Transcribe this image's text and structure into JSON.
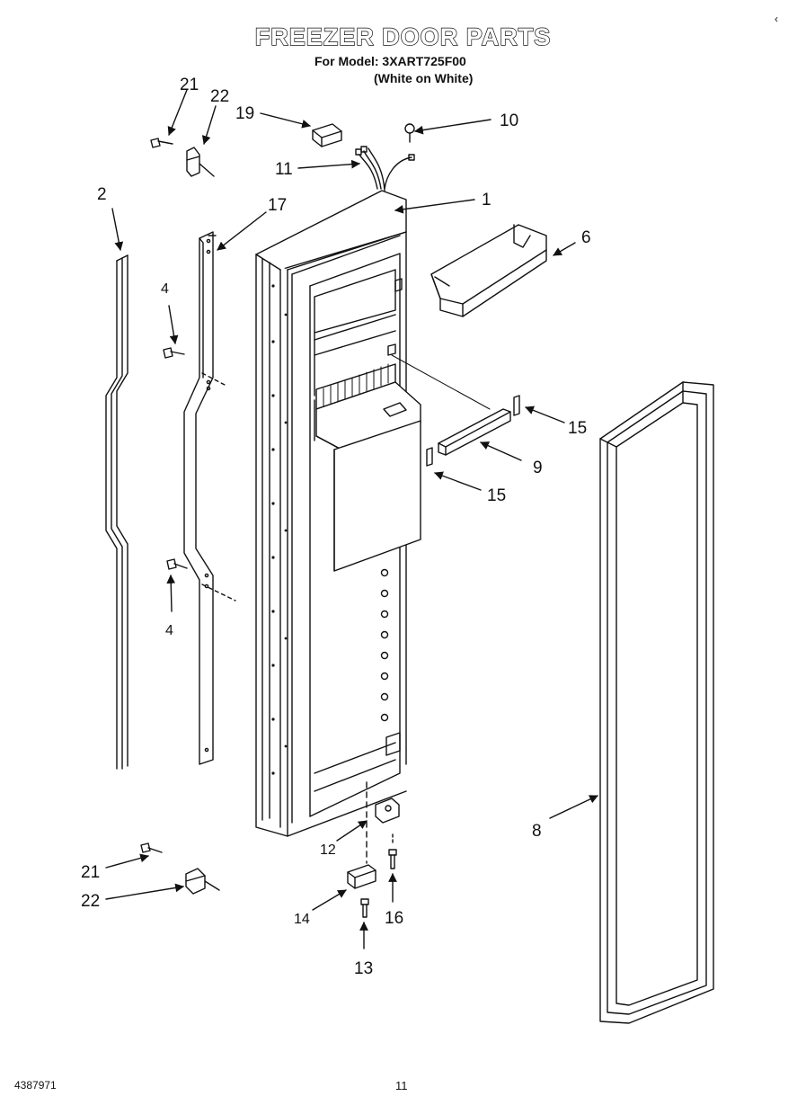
{
  "header": {
    "title": "FREEZER DOOR PARTS",
    "model": "For Model: 3XART725F00",
    "color": "(White on White)"
  },
  "footer": {
    "code": "4387971",
    "page": "11",
    "corner_mark": "‹"
  },
  "callouts": {
    "p1": "1",
    "p2": "2",
    "p4a": "4",
    "p4b": "4",
    "p6": "6",
    "p8": "8",
    "p9": "9",
    "p10": "10",
    "p11": "11",
    "p12": "12",
    "p13": "13",
    "p14": "14",
    "p15a": "15",
    "p15b": "15",
    "p16": "16",
    "p17": "17",
    "p19": "19",
    "p21a": "21",
    "p21b": "21",
    "p22a": "22",
    "p22b": "22"
  }
}
